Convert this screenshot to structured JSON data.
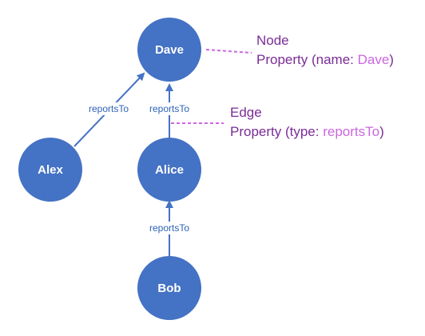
{
  "colors": {
    "node_fill": "#4472c4",
    "edge": "#4472c4",
    "edge_label": "#2e63b8",
    "annotation": "#7a2d96",
    "annotation_highlight": "#cc66e0",
    "dash": "#cc66e0"
  },
  "nodes": {
    "dave": "Dave",
    "alex": "Alex",
    "alice": "Alice",
    "bob": "Bob"
  },
  "edges": {
    "alex_to_dave": "reportsTo",
    "alice_to_dave": "reportsTo",
    "bob_to_alice": "reportsTo"
  },
  "annotations": {
    "node": {
      "title": "Node",
      "prefix": "Property (name: ",
      "value": "Dave",
      "suffix": ")"
    },
    "edge": {
      "title": "Edge",
      "prefix": "Property (type: ",
      "value": "reportsTo",
      "suffix": ")"
    }
  }
}
